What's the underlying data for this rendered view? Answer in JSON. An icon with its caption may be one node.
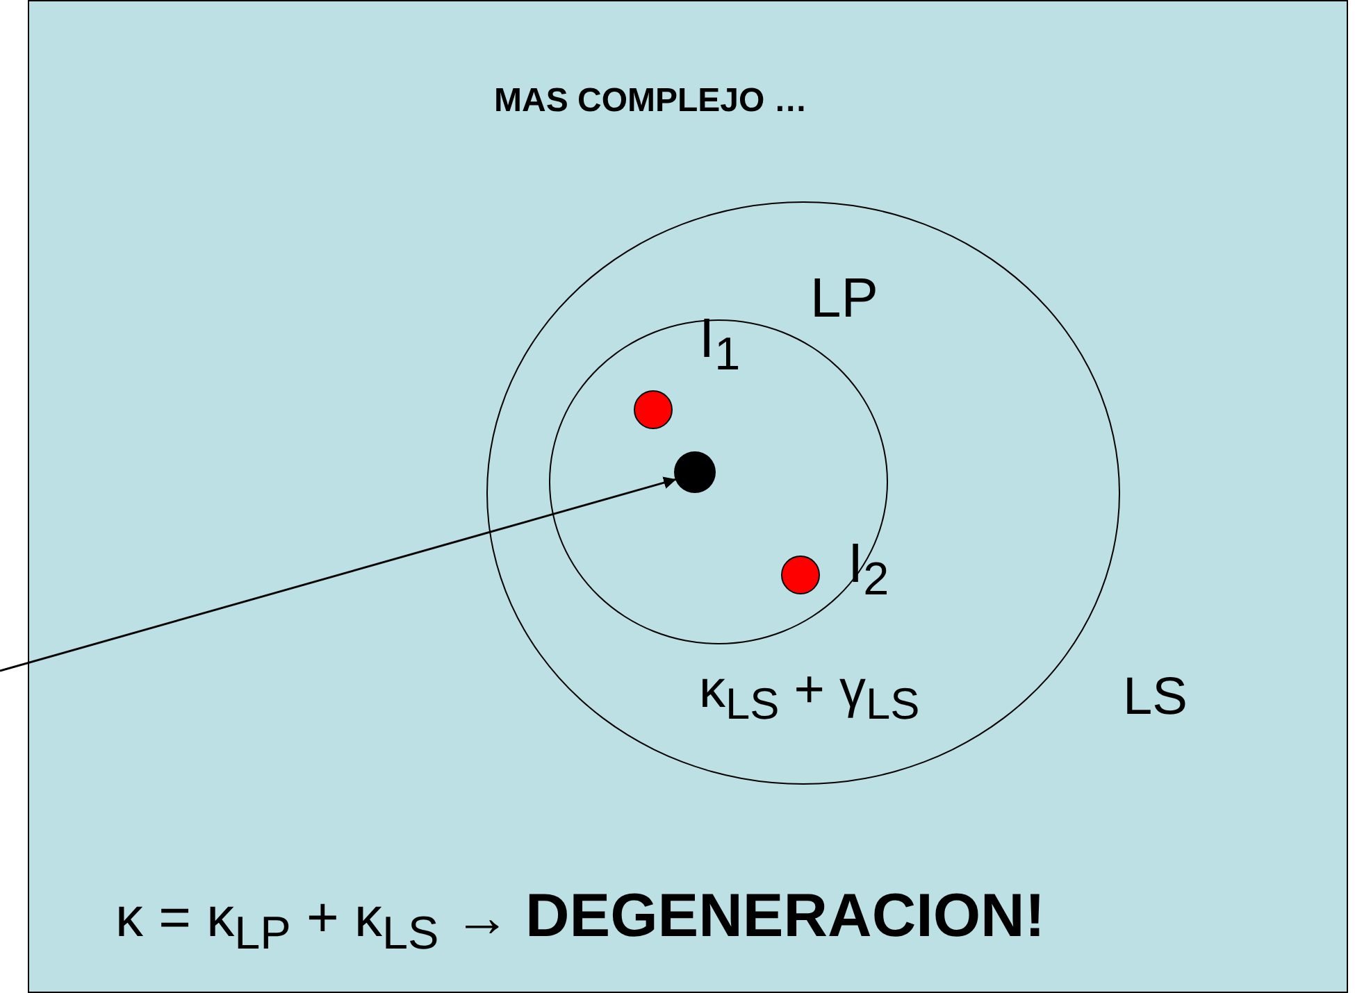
{
  "diagram": {
    "title": "MAS COMPLEJO …",
    "nodes": [
      {
        "text": [],
        "shape": "circle"
      },
      {
        "text": [],
        "shape": "circle",
        "in": 0
      },
      {
        "text": [],
        "shape": "circle",
        "in": 1,
        "beside": [
          "I$_{1}$"
        ]
      },
      {
        "text": [],
        "shape": "circle",
        "in": 1
      },
      {
        "text": [],
        "shape": "circle",
        "in": 1,
        "beside": [
          "I$_{2}$"
        ]
      }
    ],
    "edges": [
      {
        "from": null,
        "to": 3,
        "arrow": "to"
      }
    ],
    "labels": [
      "LP",
      "κ$_{LS}$ + γ$_{LS}$",
      "LS",
      "κ = κ$_{LP}$ + κ$_{LS}$ → **DEGENERACION!**"
    ]
  }
}
